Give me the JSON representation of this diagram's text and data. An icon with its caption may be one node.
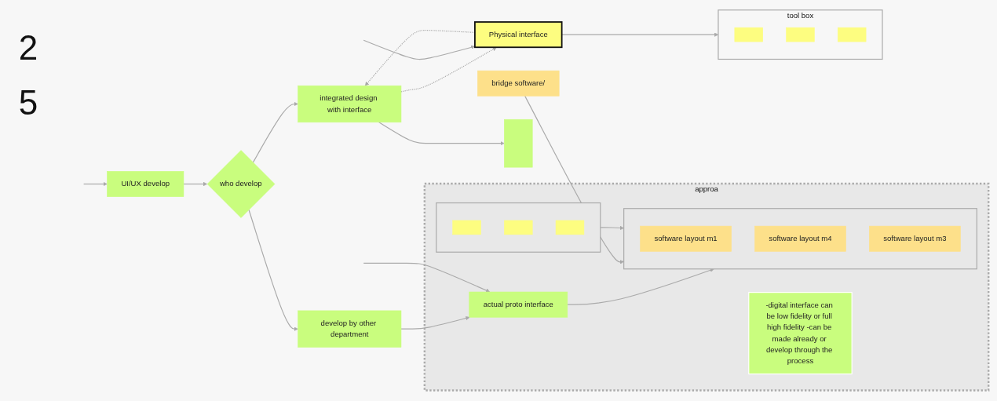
{
  "diagram": {
    "nodes": [
      {
        "text": [
          "UI/UX develop"
        ]
      },
      {
        "text": [
          "who develop"
        ]
      },
      {
        "text": [
          "develop by other department"
        ]
      },
      {
        "text": [
          "approa"
        ]
      },
      {
        "text": [
          "actual proto interface"
        ],
        "in": 3
      },
      {
        "text": [
          "-digital interface can be low fidelity or full high fidelity -can be made already or develop through the process"
        ],
        "in": 3
      },
      {
        "text": [
          "Physical interface"
        ]
      },
      {
        "text": [
          "integrated design with interface"
        ]
      },
      {
        "text": [
          "tool box"
        ]
      },
      {
        "text": [],
        "shape": "box",
        "in": 8
      },
      {
        "text": [],
        "shape": "box",
        "in": 8
      },
      {
        "text": [],
        "shape": "box",
        "in": 8
      },
      {
        "text": [],
        "shape": "bar"
      },
      {
        "text": [
          "bridge software/"
        ]
      },
      {
        "text": [],
        "shape": "box",
        "in": 3
      },
      {
        "text": [
          "software layout m1"
        ],
        "in": 14
      },
      {
        "text": [
          "software layout m4"
        ],
        "in": 14
      },
      {
        "text": [
          "software layout m3"
        ],
        "in": 14
      },
      {
        "text": [],
        "shape": "box",
        "in": 3
      },
      {
        "text": [],
        "shape": "box",
        "in": 18
      },
      {
        "text": [],
        "shape": "box",
        "in": 18
      },
      {
        "text": [],
        "shape": "box",
        "in": 18
      }
    ],
    "edges": [
      {
        "from": null,
        "to": 0,
        "arrow": "to"
      },
      {
        "from": 0,
        "to": 1,
        "arrow": "to"
      },
      {
        "from": 1,
        "to": 2,
        "arrow": "to"
      },
      {
        "from": 2,
        "to": 4,
        "arrow": "to"
      },
      {
        "from": null,
        "to": 4,
        "arrow": "to"
      },
      {
        "from": 1,
        "to": 7,
        "arrow": "to"
      },
      {
        "from": 6,
        "to": 7,
        "arrow": "to",
        "style": "dashed"
      },
      {
        "from": 7,
        "to": 6,
        "arrow": "to",
        "style": "dashed"
      },
      {
        "from": null,
        "to": 6,
        "arrow": "to"
      },
      {
        "from": 6,
        "to": 8,
        "arrow": "to"
      },
      {
        "from": 7,
        "to": 12,
        "arrow": "to"
      },
      {
        "from": 4,
        "to": 14,
        "arrow": "to"
      },
      {
        "from": 13,
        "to": 14,
        "arrow": "to"
      },
      {
        "from": 18,
        "to": 14,
        "arrow": "to"
      }
    ],
    "labels": [
      "2",
      "5"
    ]
  }
}
